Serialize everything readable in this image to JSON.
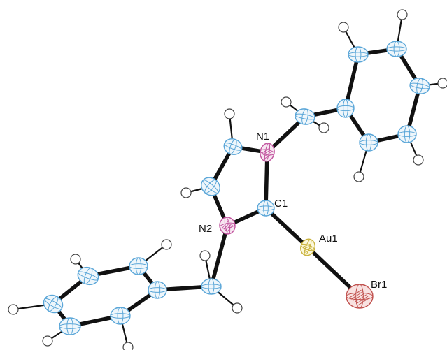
{
  "structure": {
    "colors": {
      "bond": "#111111",
      "carbon_stroke": "#5aa6d8",
      "carbon_fill": "#eef6fb",
      "hydrogen_stroke": "#444444",
      "hydrogen_fill": "#ffffff",
      "nitrogen_stroke": "#c2559f",
      "nitrogen_fill": "#f7e6f1",
      "gold_stroke": "#c9b23c",
      "gold_fill": "#fbf7dc",
      "bromine_stroke": "#c0504d",
      "bromine_fill": "#f8e2e1"
    },
    "labels": {
      "n1": "N1",
      "n2": "N2",
      "c1": "C1",
      "au1": "Au1",
      "br1": "Br1"
    }
  }
}
